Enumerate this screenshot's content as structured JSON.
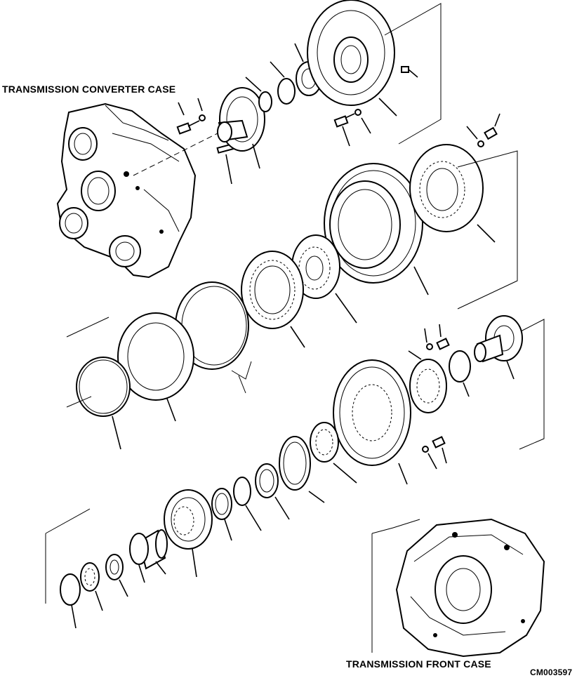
{
  "labels": {
    "converter_case": "TRANSMISSION CONVERTER CASE",
    "front_case": "TRANSMISSION FRONT CASE",
    "drawing_code": "CM003597"
  }
}
